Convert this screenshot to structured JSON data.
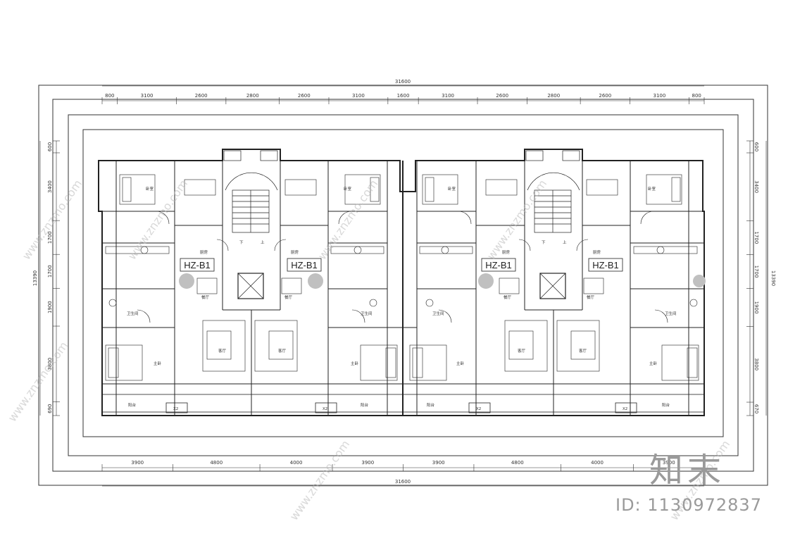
{
  "dimensions": {
    "overall_width": "31600",
    "overall_depth": "13390",
    "top_row": [
      "800",
      "3100",
      "2600",
      "2800",
      "2600",
      "3100",
      "1600",
      "3100",
      "2600",
      "2800",
      "2600",
      "3100",
      "800"
    ],
    "bottom_row": [
      "3900",
      "4800",
      "4000",
      "3900",
      "3900",
      "4800",
      "4000",
      "3900"
    ],
    "left_column": [
      "600",
      "3400",
      "1700",
      "1700",
      "1900",
      "3800",
      "690"
    ],
    "right_column": [
      "600",
      "3400",
      "1700",
      "1700",
      "1900",
      "3800",
      "670"
    ]
  },
  "unit_tags": [
    "HZ-B1",
    "HZ-B1",
    "HZ-B1",
    "HZ-B1"
  ],
  "room_labels": {
    "living": "客厅",
    "dining": "餐厅",
    "bedroom": "卧室",
    "master": "主卧",
    "kitchen": "厨房",
    "bath": "卫生间",
    "balcony": "阳台",
    "stair_down": "下",
    "stair_up": "上",
    "ac_mark": "X2"
  },
  "watermark": {
    "url_text": "www.znzmo.com",
    "brand": "知末",
    "id_text": "ID: 1130972837"
  },
  "colors": {
    "line": "#222222",
    "frame": "#333333",
    "column_fill": "#c0c0c0",
    "watermark": "#b8b8b8"
  }
}
